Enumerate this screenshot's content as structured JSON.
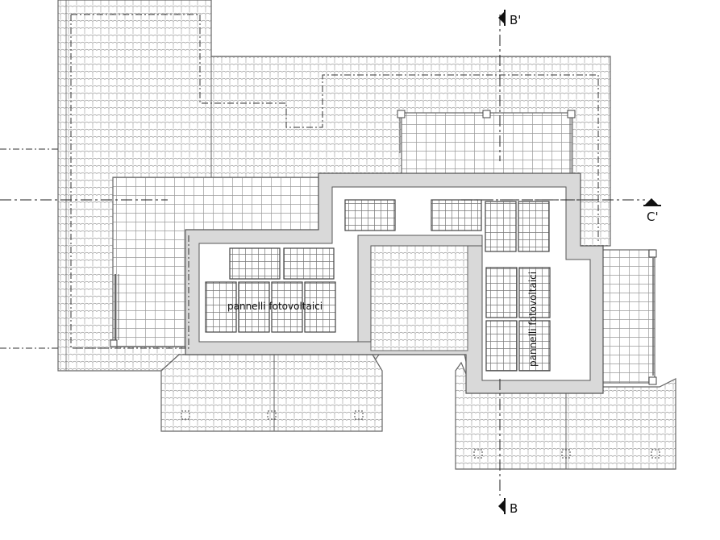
{
  "drawing": {
    "section_top_label": "B'",
    "section_bottom_label": "B",
    "section_right_label": "C'",
    "panel_label_horizontal": "pannelli fotovoltaici",
    "panel_label_vertical": "pannelli fotovoltaici"
  },
  "colors": {
    "line": "#666666",
    "tile": "#9a9a9a",
    "wall_fill": "#d9d9d9",
    "panel_grid": "#777777",
    "axis": "#222222"
  }
}
